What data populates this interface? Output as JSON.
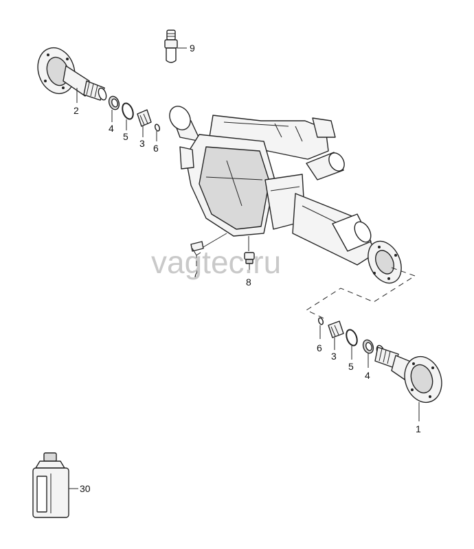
{
  "watermark": "vagtec.ru",
  "callouts": {
    "c1": "1",
    "c2": "2",
    "c3_left": "3",
    "c3_right": "3",
    "c4_left": "4",
    "c4_right": "4",
    "c5_left": "5",
    "c5_right": "5",
    "c6_left": "6",
    "c6_right": "6",
    "c7": "7",
    "c8": "8",
    "c9": "9",
    "c30": "30"
  }
}
